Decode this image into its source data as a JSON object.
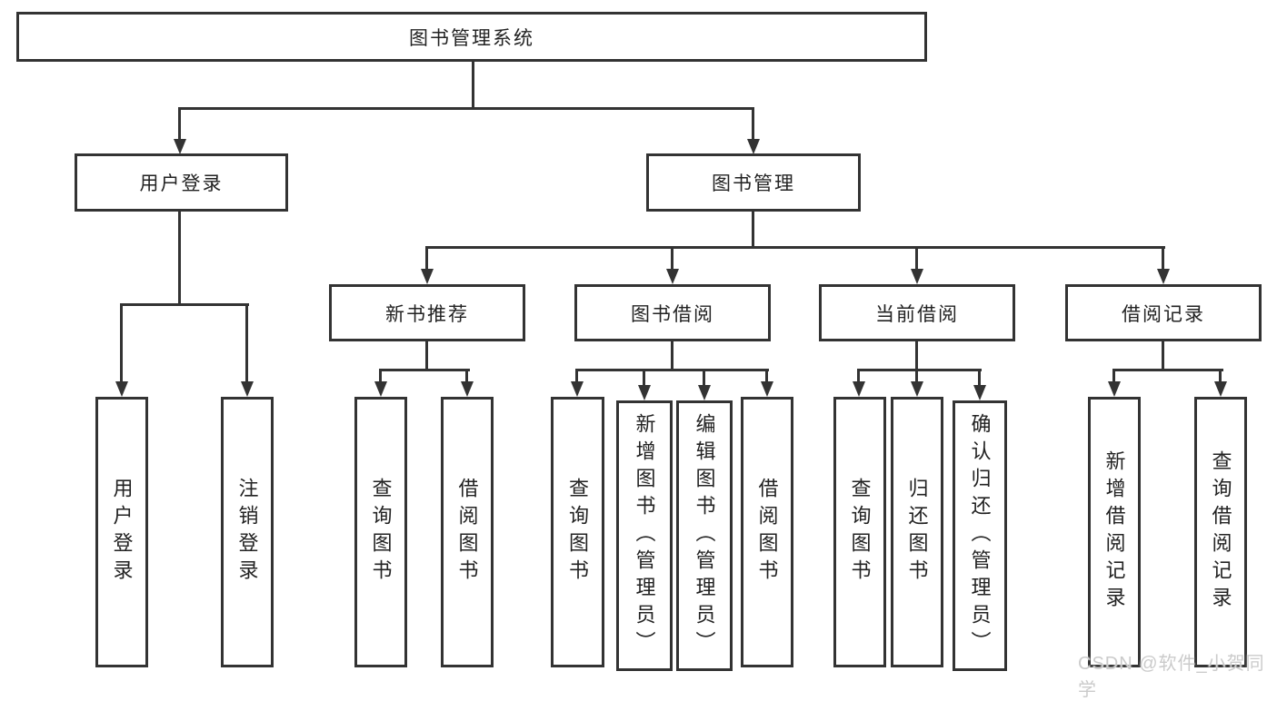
{
  "diagram": {
    "type": "hierarchy-tree",
    "nodes": {
      "root": {
        "label": "图书管理系统"
      },
      "level2": {
        "user_login": {
          "label": "用户登录"
        },
        "book_management": {
          "label": "图书管理"
        }
      },
      "level3": {
        "new_book_recommend": {
          "label": "新书推荐"
        },
        "book_borrowing": {
          "label": "图书借阅"
        },
        "current_borrowing": {
          "label": "当前借阅"
        },
        "borrowing_records": {
          "label": "借阅记录"
        }
      },
      "leaves": {
        "user_login": "用户登录",
        "logout": "注销登录",
        "query_books_recommend": "查询图书",
        "borrow_books_recommend": "借阅图书",
        "query_books_borrowing": "查询图书",
        "add_books_admin": "新增图书（管理员）",
        "edit_books_admin": "编辑图书（管理员）",
        "borrow_books_borrowing": "借阅图书",
        "query_books_current": "查询图书",
        "return_books": "归还图书",
        "confirm_return_admin": "确认归还（管理员）",
        "add_borrow_record": "新增借阅记录",
        "query_borrow_record": "查询借阅记录"
      },
      "edges": [
        "图书管理系统→用户登录",
        "图书管理系统→图书管理",
        "用户登录→用户登录",
        "用户登录→注销登录",
        "图书管理→新书推荐",
        "图书管理→图书借阅",
        "图书管理→当前借阅",
        "图书管理→借阅记录",
        "新书推荐→查询图书",
        "新书推荐→借阅图书",
        "图书借阅→查询图书",
        "图书借阅→新增图书（管理员）",
        "图书借阅→编辑图书（管理员）",
        "图书借阅→借阅图书",
        "当前借阅→查询图书",
        "当前借阅→归还图书",
        "当前借阅→确认归还（管理员）",
        "借阅记录→新增借阅记录",
        "借阅记录→查询借阅记录"
      ]
    },
    "colors": {
      "line": "#333333",
      "text": "#222222",
      "box_background": "#ffffff",
      "page_background": "#ffffff",
      "watermark": "#cbcbcb"
    },
    "watermark": {
      "text": "CSDN @软件_小贺同学"
    }
  }
}
